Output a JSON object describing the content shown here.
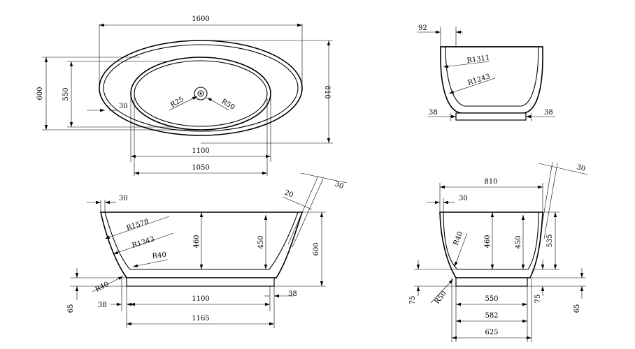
{
  "top_view": {
    "overall_length": "1600",
    "overall_width": "810",
    "width_outer": "600",
    "width_inner": "550",
    "rim": "30",
    "drain_r": "R25",
    "drain_outer_r": "R50",
    "inner_length": "1100",
    "inner_length_bottom": "1050"
  },
  "end_section": {
    "rim": "92",
    "outer_radius": "R1311",
    "inner_radius": "R1243",
    "base_left": "38",
    "base_right": "38"
  },
  "side_view": {
    "rim": "30",
    "rim_angle": "20",
    "rim_angle_offset": "30",
    "outer_radius": "R1578",
    "inner_radius": "R1343",
    "fillet_inner": "R40",
    "fillet_outer": "R40",
    "depth_left": "460",
    "depth_right": "450",
    "height": "600",
    "base_right": "38",
    "base_length": "1100",
    "base_setback": "38",
    "base_height": "65",
    "footprint": "1165"
  },
  "front_view": {
    "width": "810",
    "rim": "30",
    "rim_angle_offset": "30",
    "fillet_inner": "R40",
    "fillet_outer": "R50",
    "depth_left": "460",
    "depth_right": "450",
    "height": "535",
    "base_height_left": "75",
    "base_height_right": "75",
    "base_height": "65",
    "base_width": "550",
    "base_width_2": "582",
    "footprint": "625"
  }
}
